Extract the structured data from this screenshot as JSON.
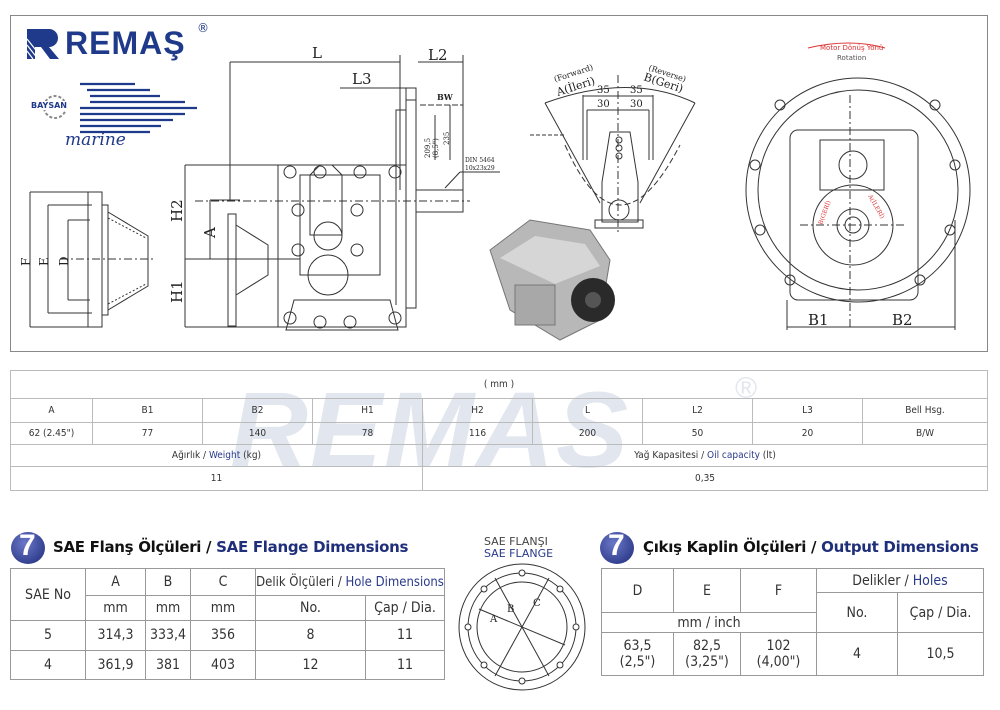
{
  "brand": {
    "name": "REMAŞ",
    "registered": "®",
    "sub_logo": "BAYSAN",
    "marine": "marine"
  },
  "drawing": {
    "labels": {
      "L": "L",
      "L2": "L2",
      "L3": "L3",
      "BW": "BW",
      "h209": "209,5",
      "h209in": "(8,5\")",
      "h235": "235",
      "din1": "DIN 5464",
      "din2": "10x23x29",
      "H2": "H2",
      "A": "A",
      "H1": "H1",
      "F": "F",
      "E": "E",
      "D": "D",
      "B1": "B1",
      "B2": "B2"
    },
    "lever": {
      "forward": "(Forward)",
      "forward_tr": "A(İleri)",
      "reverse": "(Reverse)",
      "reverse_tr": "B(Geri)",
      "d35a": "35",
      "d35b": "35",
      "d30a": "30",
      "d30b": "30"
    },
    "rotation": {
      "tr": "Motor Dönüş Yönü",
      "en": "Rotation",
      "geri": "B(GERİ)",
      "ileri": "A(İLERİ)"
    }
  },
  "spec": {
    "unit": "( mm )",
    "headers": [
      "A",
      "B1",
      "B2",
      "H1",
      "H2",
      "L",
      "L2",
      "L3",
      "Bell Hsg."
    ],
    "values": [
      "62 (2.45\")",
      "77",
      "140",
      "78",
      "116",
      "200",
      "50",
      "20",
      "B/W"
    ],
    "weight_tr": "Ağırlık / ",
    "weight_en": "Weight",
    "weight_unit": " (kg)",
    "weight": "11",
    "oil_tr": "Yağ Kapasitesi / ",
    "oil_en": "Oil capacity",
    "oil_unit": " (lt)",
    "oil": "0,35",
    "watermark": "REMAS",
    "watermark_r": "®"
  },
  "sae": {
    "title_tr": "SAE Flanş Ölçüleri / ",
    "title_en": "SAE Flange Dimensions",
    "h_sae": "SAE No",
    "h_a": "A",
    "h_b": "B",
    "h_c": "C",
    "h_hole_tr": "Delik Ölçüleri / ",
    "h_hole_en": "Hole Dimensions",
    "mm": "mm",
    "h_no": "No.",
    "h_dia": "Çap / Dia.",
    "rows": [
      [
        "5",
        "314,3",
        "333,4",
        "356",
        "8",
        "11"
      ],
      [
        "4",
        "361,9",
        "381",
        "403",
        "12",
        "11"
      ]
    ],
    "diagram_tr": "SAE FLANŞI",
    "diagram_en": "SAE FLANGE",
    "dA": "A",
    "dB": "B",
    "dC": "C"
  },
  "output": {
    "title_tr": "Çıkış Kaplin Ölçüleri / ",
    "title_en": "Output Dimensions",
    "h_d": "D",
    "h_e": "E",
    "h_f": "F",
    "h_holes_tr": "Delikler / ",
    "h_holes_en": "Holes",
    "unit": "mm / inch",
    "h_no": "No.",
    "h_dia": "Çap / Dia.",
    "d1": "63,5",
    "d2": "(2,5\")",
    "e1": "82,5",
    "e2": "(3,25\")",
    "f1": "102",
    "f2": "(4,00\")",
    "no": "4",
    "dia": "10,5"
  }
}
